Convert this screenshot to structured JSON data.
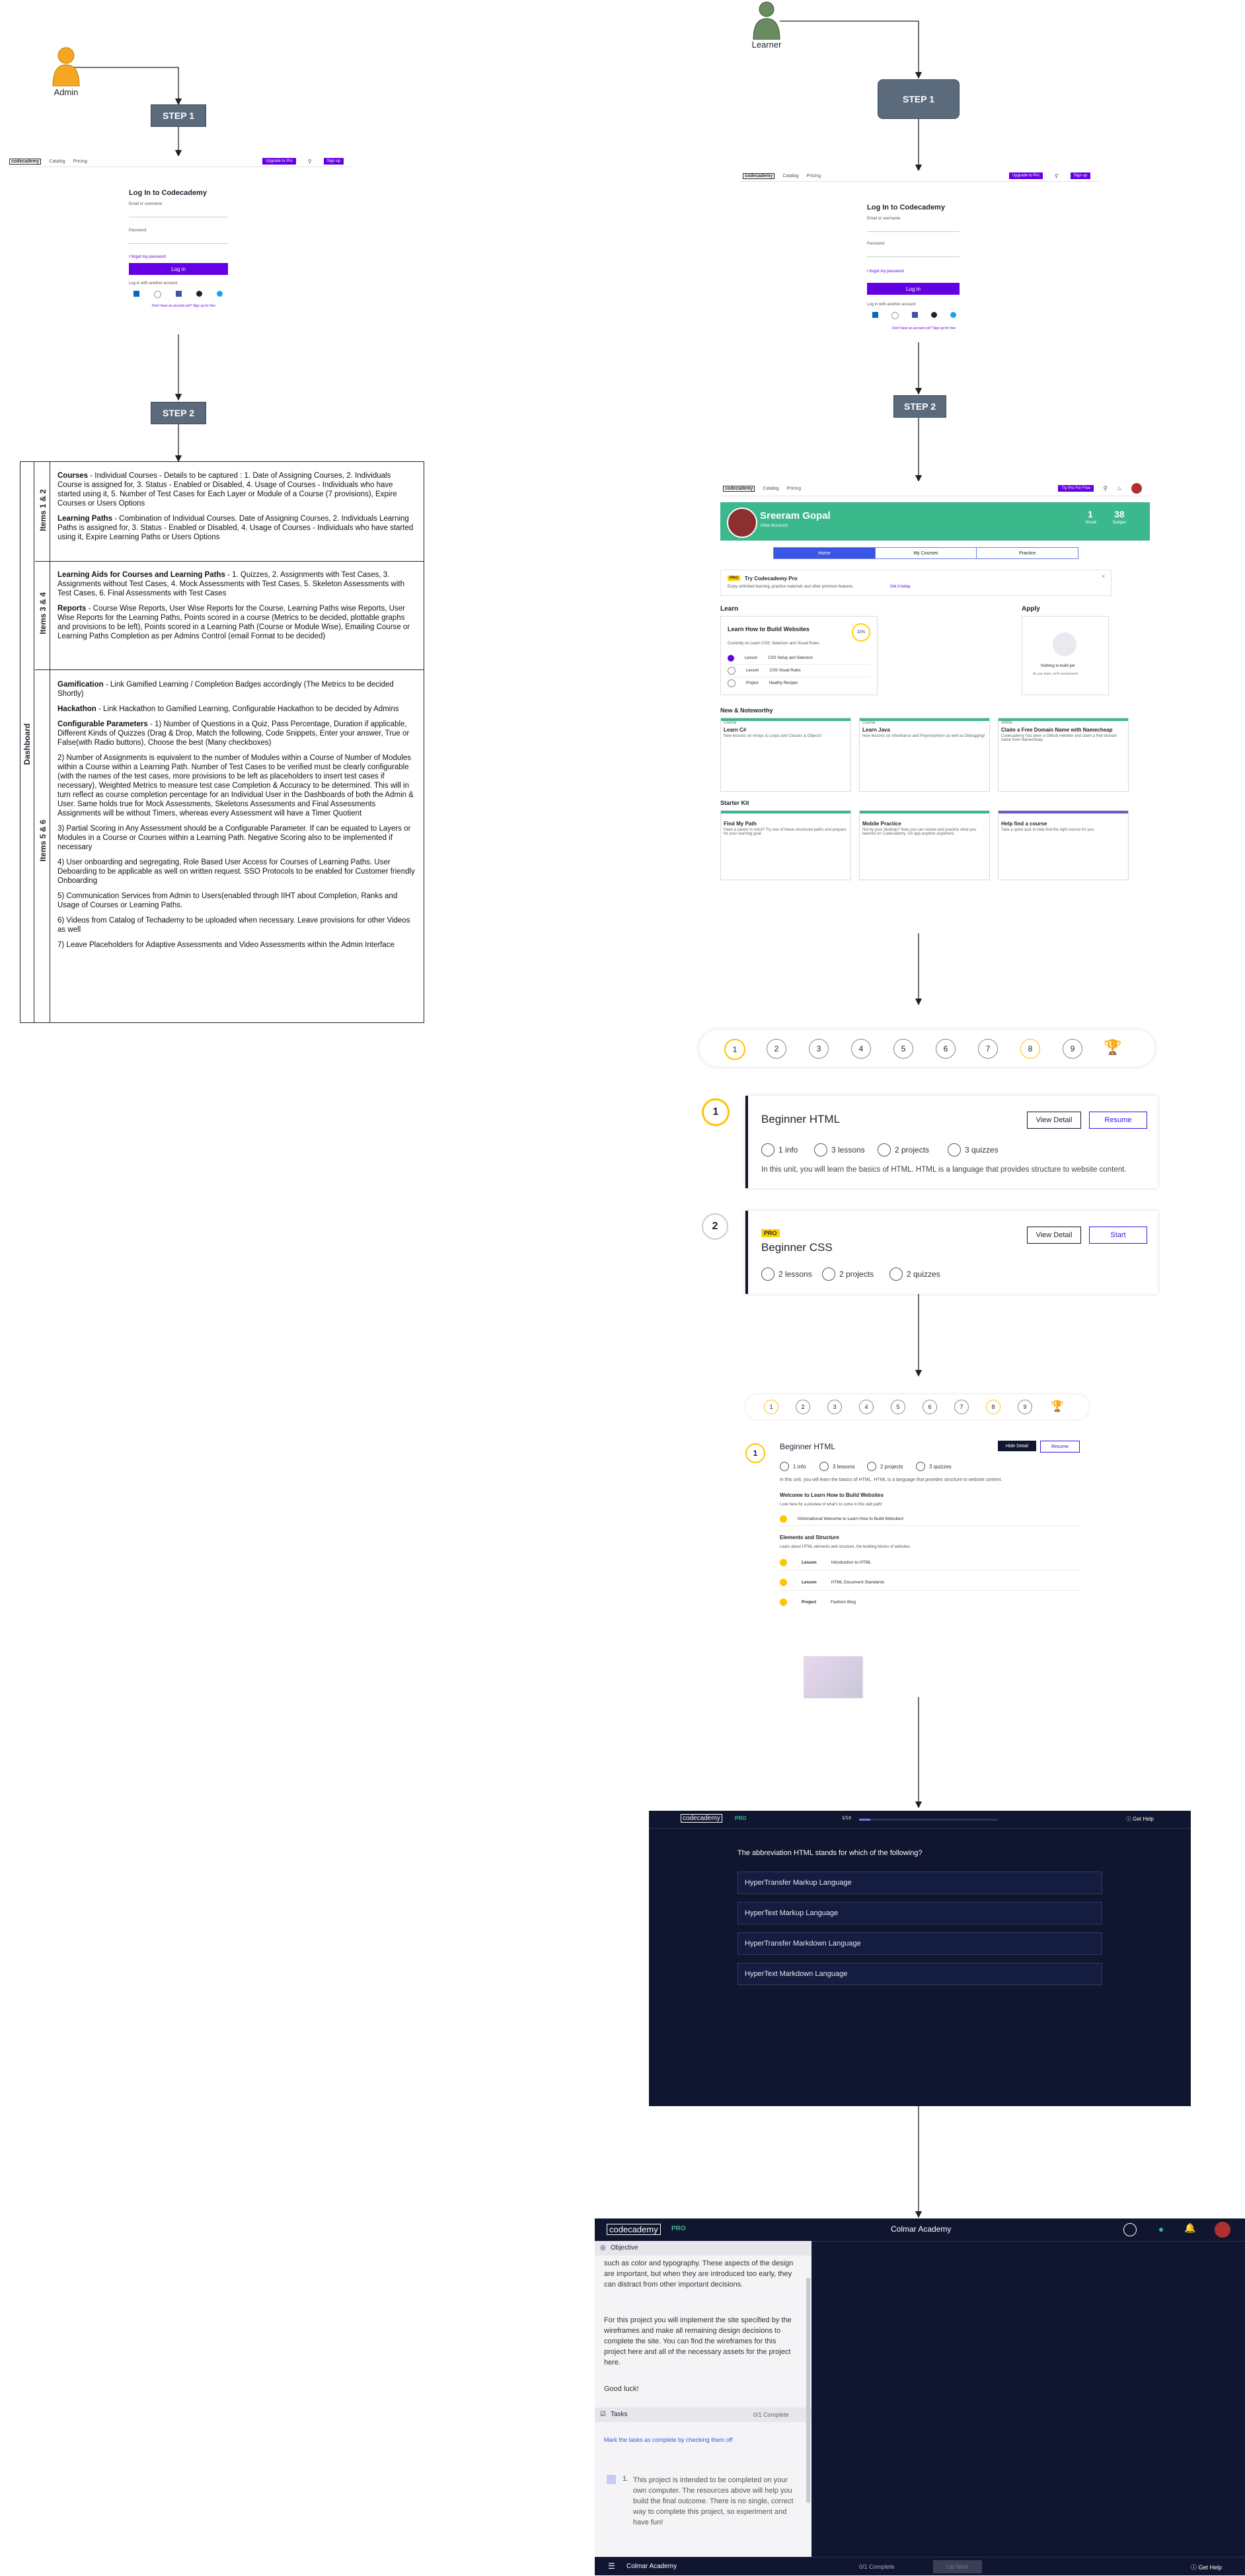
{
  "actors": {
    "admin": "Admin",
    "learner": "Learner"
  },
  "steps": {
    "admin_step1": "STEP 1",
    "admin_step2": "STEP 2",
    "learner_step1": "STEP 1",
    "learner_step2": "STEP 2"
  },
  "login_screen": {
    "logo": "codecademy",
    "nav_catalog": "Catalog",
    "nav_pricing": "Pricing",
    "upgrade": "Upgrade to Pro",
    "signup": "Sign up",
    "title": "Log In to Codecademy",
    "email_label": "Email or username",
    "password_label": "Password",
    "forgot": "I forgot my password",
    "login_button": "Log in",
    "social_label": "Log in with another account",
    "signup_prompt": "Don't have an account yet? Sign up for free"
  },
  "dashboard": {
    "vertical_label": "Dashboard",
    "sections": [
      {
        "label": "Items 1 & 2",
        "paras": [
          {
            "bold": "Courses",
            "text": " - Individual Courses - Details to be captured : 1. Date of Assigning Courses, 2. Individuals Course is assigned for, 3. Status - Enabled or Disabled, 4. Usage of Courses - Individuals who have started using it, 5. Number of Test Cases for Each Layer or Module of a Course (7 provisions), Expire Courses or Users Options"
          },
          {
            "bold": "Learning Paths",
            "text": " - Combination of Individual Courses. Date of Assigning Courses, 2. Individuals Learning Paths is assigned for, 3. Status - Enabled or Disabled, 4. Usage of Courses - Individuals who have started using it, Expire Learning Paths or Users Options"
          }
        ]
      },
      {
        "label": "Items 3 & 4",
        "paras": [
          {
            "bold": "Learning Aids for Courses and Learning Paths",
            "text": " - 1. Quizzes, 2. Assignments with Test Cases, 3. Assignments without Test Cases, 4. Mock Assessments with Test Cases, 5. Skeleton Assessments with Test Cases, 6. Final Assessments with Test Cases"
          },
          {
            "bold": "Reports",
            "text": " - Course Wise Reports, User Wise Reports for the Course, Learning Paths wise Reports, User Wise Reports for the Learning Paths, Points scored in a course (Metrics to be decided, plottable graphs and provisions to be left), Points scored in a Learning Path (Course or Module Wise), Emailing Course or Learning Paths Completion as per Admins Control (email Format to be decided)"
          }
        ]
      },
      {
        "label": "Items 5 & 6",
        "paras": [
          {
            "bold": "Gamification",
            "text": " - Link Gamified Learning / Completion Badges accordingly (The Metrics to be decided Shortly)"
          },
          {
            "bold": "Hackathon",
            "text": " - Link Hackathon to Gamified Learning, Configurable Hackathon to be decided by Admins"
          },
          {
            "bold": "Configurable Parameters",
            "text": " - 1) Number of Questions in a Quiz, Pass Percentage, Duration if applicable, Different Kinds of Quizzes (Drag & Drop, Match the following, Code Snippets, Enter your answer, True or False(with Radio buttons), Choose the best (Many checkboxes)"
          },
          {
            "bold": "",
            "text": "2) Number of Assignments is equivalent to the number of Modules within a Course of Number of Modules within a Course within a Learning Path. Number of Test Cases to be verified must be clearly configurable (with the names of the test cases, more provisions to be left as placeholders to insert test cases if necessary), Weighted Metrics to measure test case Completion & Accuracy to be determined. This will in turn reflect as course completion percentage for an Individual User in the Dashboards of both the Admin & User. Same holds true for Mock Assessments, Skeletons Assessments and Final Assessments Assignments will be without Timers, whereas every Assessment will have a Timer Quotient"
          },
          {
            "bold": "",
            "text": "3) Partial Scoring in Any Assessment should be a Configurable Parameter. If can be equated to Layers or Modules in a Course or Courses within a Learning Path. Negative Scoring also to be implemented if necessary"
          },
          {
            "bold": "",
            "text": "4) User onboarding and segregating, Role Based User Access for Courses of Learning Paths. User Deboarding to be applicable as well on written request. SSO Protocols to be enabled for Customer friendly Onboarding"
          },
          {
            "bold": "",
            "text": "5) Communication Services from Admin to Users(enabled through IIHT about Completion, Ranks and Usage of Courses or Learning Paths."
          },
          {
            "bold": "",
            "text": "6) Videos from Catalog of Techademy to be uploaded when necessary. Leave provisions for other Videos as well"
          },
          {
            "bold": "",
            "text": "7) Leave Placeholders for Adaptive Assessments and Video Assessments within the Admin Interface"
          }
        ]
      }
    ]
  },
  "learner_dashboard": {
    "logo": "codecademy",
    "nav_catalog": "Catalog",
    "nav_pricing": "Pricing",
    "try_pro": "Try Pro For Free",
    "user_name": "Sreeram Gopal",
    "user_sub": "View Account",
    "streak_value": "1",
    "streak_label": "Streak",
    "badges_value": "38",
    "badges_label": "Badges",
    "tabs": [
      "Home",
      "My Courses",
      "Practice"
    ],
    "pro_badge": "PRO",
    "pro_title": "Try Codecademy Pro",
    "pro_text": "Enjoy unlimited learning, practice materials and other premium features.",
    "pro_link": "Get it today",
    "learn_heading": "Learn",
    "apply_heading": "Apply",
    "course_title": "Learn How to Build Websites",
    "course_current": "Currently on Learn CSS: Selectors and Visual Rules",
    "course_progress": "22%",
    "course_items": [
      {
        "type": "Lesson",
        "name": "CSS Setup and Selectors"
      },
      {
        "type": "Lesson",
        "name": "CSS Visual Rules"
      },
      {
        "type": "Project",
        "name": "Healthy Recipes"
      }
    ],
    "apply_empty_title": "Nothing to build yet",
    "apply_empty_sub": "As you learn, we'll recommend",
    "noteworthy_heading": "New & Noteworthy",
    "noteworthy": [
      {
        "tag": "Course",
        "title": "Learn C#",
        "desc": "New lessons on Arrays & Loops and Classes & Objects!"
      },
      {
        "tag": "Course",
        "title": "Learn Java",
        "desc": "New lessons on Inheritance and Polymorphism as well as Debugging!"
      },
      {
        "tag": "Article",
        "title": "Claim a Free Domain Name with Namecheap",
        "desc": "Codecademy has been a Github member and claim a free domain name from Namecheap."
      }
    ],
    "starter_heading": "Starter Kit",
    "starter": [
      {
        "title": "Find My Path",
        "desc": "Have a career in mind? Try one of these structured paths and prepare for your learning goal."
      },
      {
        "title": "Mobile Practice",
        "desc": "Not by your desktop? Now you can review and practice what you learned on Codecademy. Go app anytime anywhere."
      },
      {
        "title": "Help find a course",
        "desc": "Take a quick quiz to help find the right course for you."
      }
    ]
  },
  "stepper_large": {
    "numbers": [
      "1",
      "2",
      "3",
      "4",
      "5",
      "6",
      "7",
      "8",
      "9"
    ]
  },
  "units": [
    {
      "number": "1",
      "title": "Beginner HTML",
      "stats": [
        "1 info",
        "3 lessons",
        "2 projects",
        "3 quizzes"
      ],
      "desc": "In this unit, you will learn the basics of HTML. HTML is a language that provides structure to website content.",
      "view": "View Detail",
      "action": "Resume"
    },
    {
      "number": "2",
      "pro": "PRO",
      "title": "Beginner CSS",
      "stats": [
        "2 lessons",
        "2 projects",
        "2 quizzes"
      ],
      "view": "View Detail",
      "action": "Start"
    }
  ],
  "detail_unit": {
    "number": "1",
    "title": "Beginner HTML",
    "hide": "Hide Detail",
    "resume": "Resume",
    "stats": [
      "1 info",
      "3 lessons",
      "2 projects",
      "3 quizzes"
    ],
    "desc": "In this unit, you will learn the basics of HTML. HTML is a language that provides structure to website content.",
    "welcome_title": "Welcome to Learn How to Build Websites",
    "welcome_sub": "Look here for a preview of what's to come in this skill path!",
    "welcome_item": "Informational   Welcome to Learn How to Build Websites!",
    "elements_title": "Elements and Structure",
    "elements_sub": "Learn about HTML elements and structure, the building blocks of websites.",
    "items": [
      {
        "type": "Lesson",
        "name": "Introduction to HTML"
      },
      {
        "type": "Lesson",
        "name": "HTML Document Standards"
      },
      {
        "type": "Project",
        "name": "Fashion Blog"
      }
    ]
  },
  "quiz": {
    "logo": "codecademy",
    "pro": "PRO",
    "progress": "1/13",
    "help": "Get Help",
    "question": "The abbreviation HTML stands for which of the following?",
    "options": [
      "HyperTransfer Markup Language",
      "HyperText Markup Language",
      "HyperTransfer Markdown Language",
      "HyperText Markdown Language"
    ]
  },
  "project": {
    "logo": "codecademy",
    "pro": "PRO",
    "center_title": "Colmar Academy",
    "objective": "Objective",
    "text1": "such as color and typography. These aspects of the design are important, but when they are introduced too early, they can distract from other important decisions.",
    "text2": "For this project you will implement the site specified by the wireframes and make all remaining design decisions to complete the site. You can find the wireframes for this project here and all of the necessary assets for the project here.",
    "good_luck": "Good luck!",
    "tasks_label": "Tasks",
    "tasks_count": "0/1 Complete",
    "mark_link": "Mark the tasks as complete by checking them off",
    "task_num": "1.",
    "task_text": "This project is intended to be completed on your own computer. The resources above will help you build the final outcome. There is no single, correct way to complete this project, so experiment and have fun!",
    "footer_title": "Colmar Academy",
    "footer_count": "0/1 Complete",
    "footer_next": "Up Next",
    "footer_help": "Get Help"
  },
  "colors": {
    "step": "#5b6b7c",
    "purple": "#6400e4",
    "green": "#3cb88d",
    "navy": "#10162f",
    "yellow": "#ffd300"
  }
}
